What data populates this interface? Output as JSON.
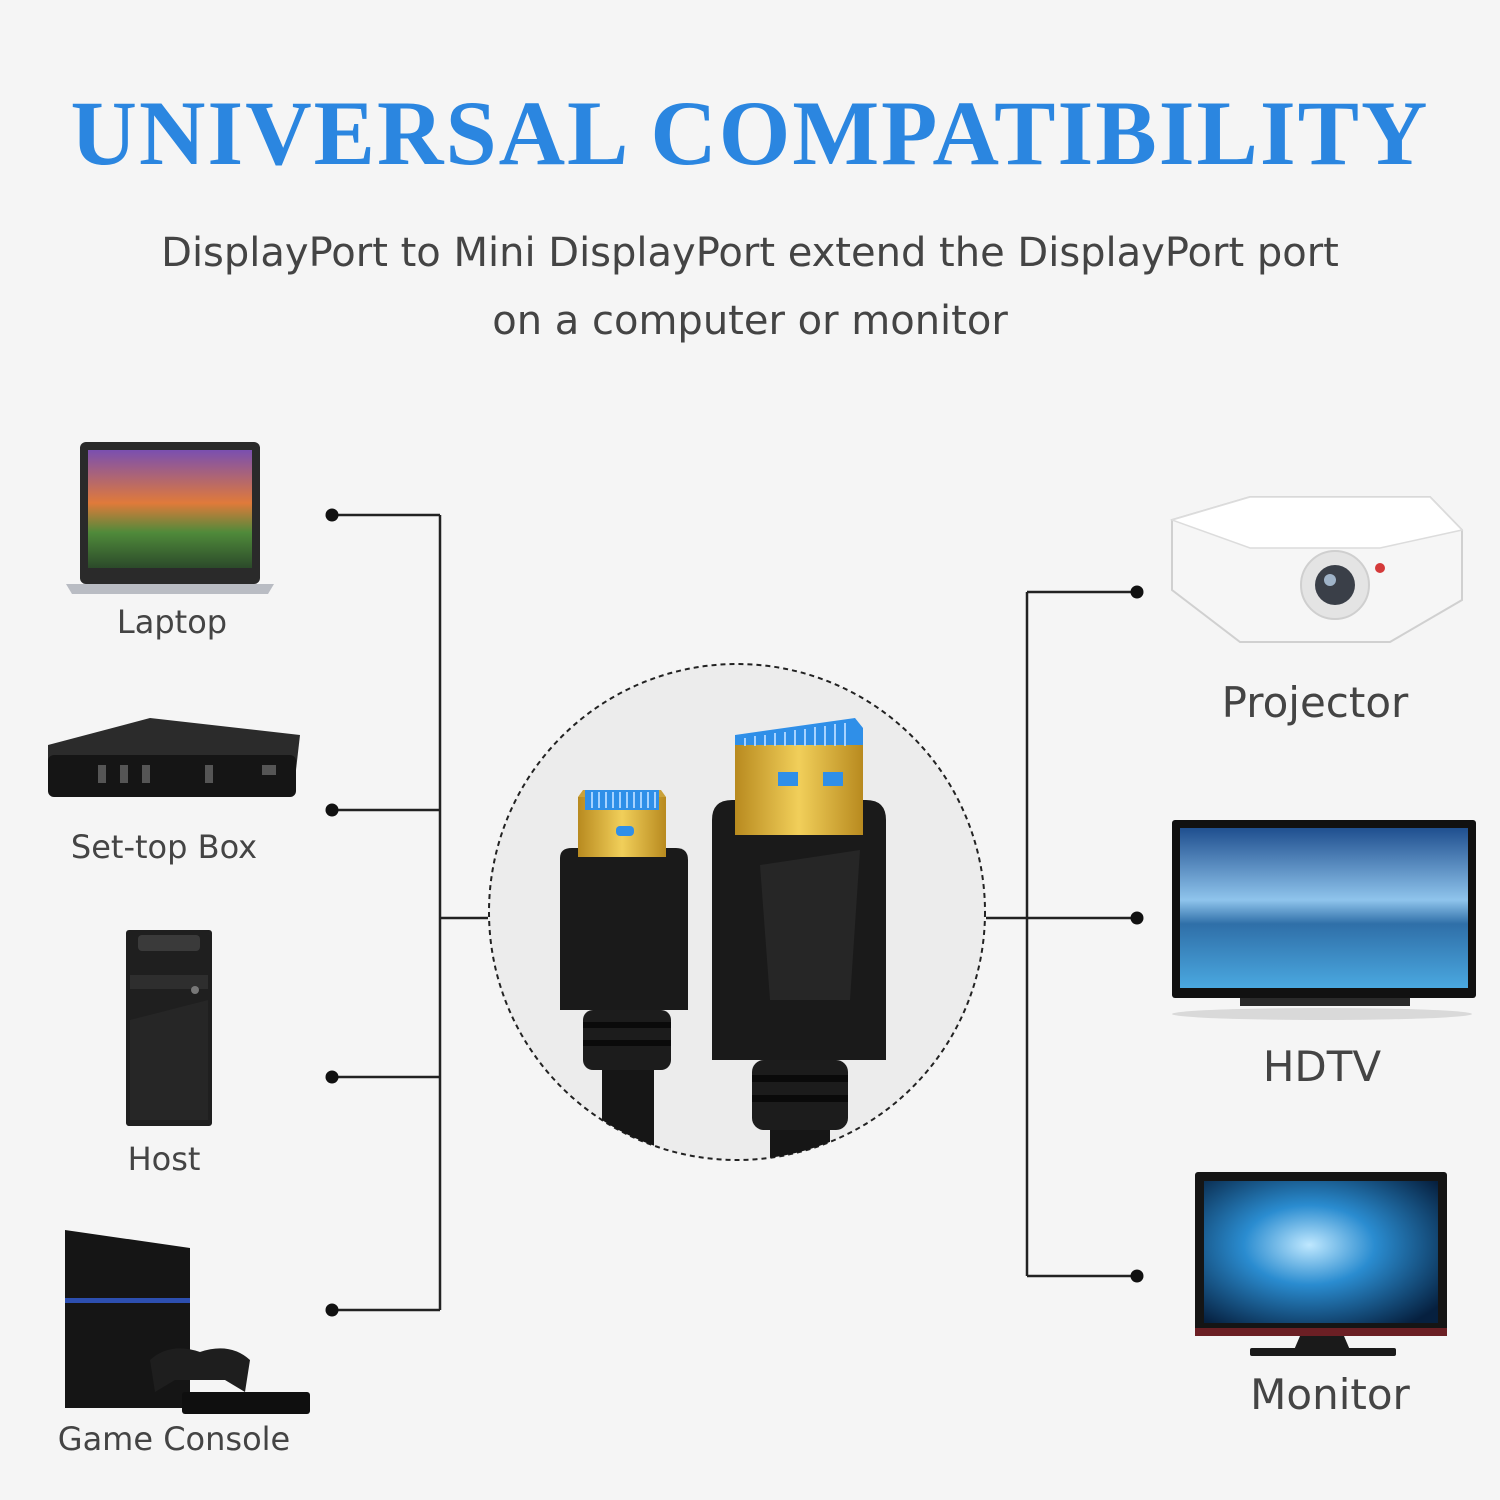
{
  "header": {
    "title": "UNIVERSAL COMPATIBILITY",
    "subtitle_line1": "DisplayPort to Mini DisplayPort extend the DisplayPort port",
    "subtitle_line2": "on a computer or monitor"
  },
  "sources": [
    {
      "label": "Laptop",
      "icon": "laptop-icon"
    },
    {
      "label": "Set-top Box",
      "icon": "set-top-box-icon"
    },
    {
      "label": "Host",
      "icon": "desktop-tower-icon"
    },
    {
      "label": "Game Console",
      "icon": "game-console-icon"
    }
  ],
  "displays": [
    {
      "label": "Projector",
      "icon": "projector-icon"
    },
    {
      "label": "HDTV",
      "icon": "hdtv-icon"
    },
    {
      "label": "Monitor",
      "icon": "monitor-icon"
    }
  ],
  "colors": {
    "title": "#2b86e0",
    "connector_gold": "#e2b43c",
    "connector_blue": "#2f8fe8",
    "cable_black": "#161616",
    "line": "#222222"
  }
}
